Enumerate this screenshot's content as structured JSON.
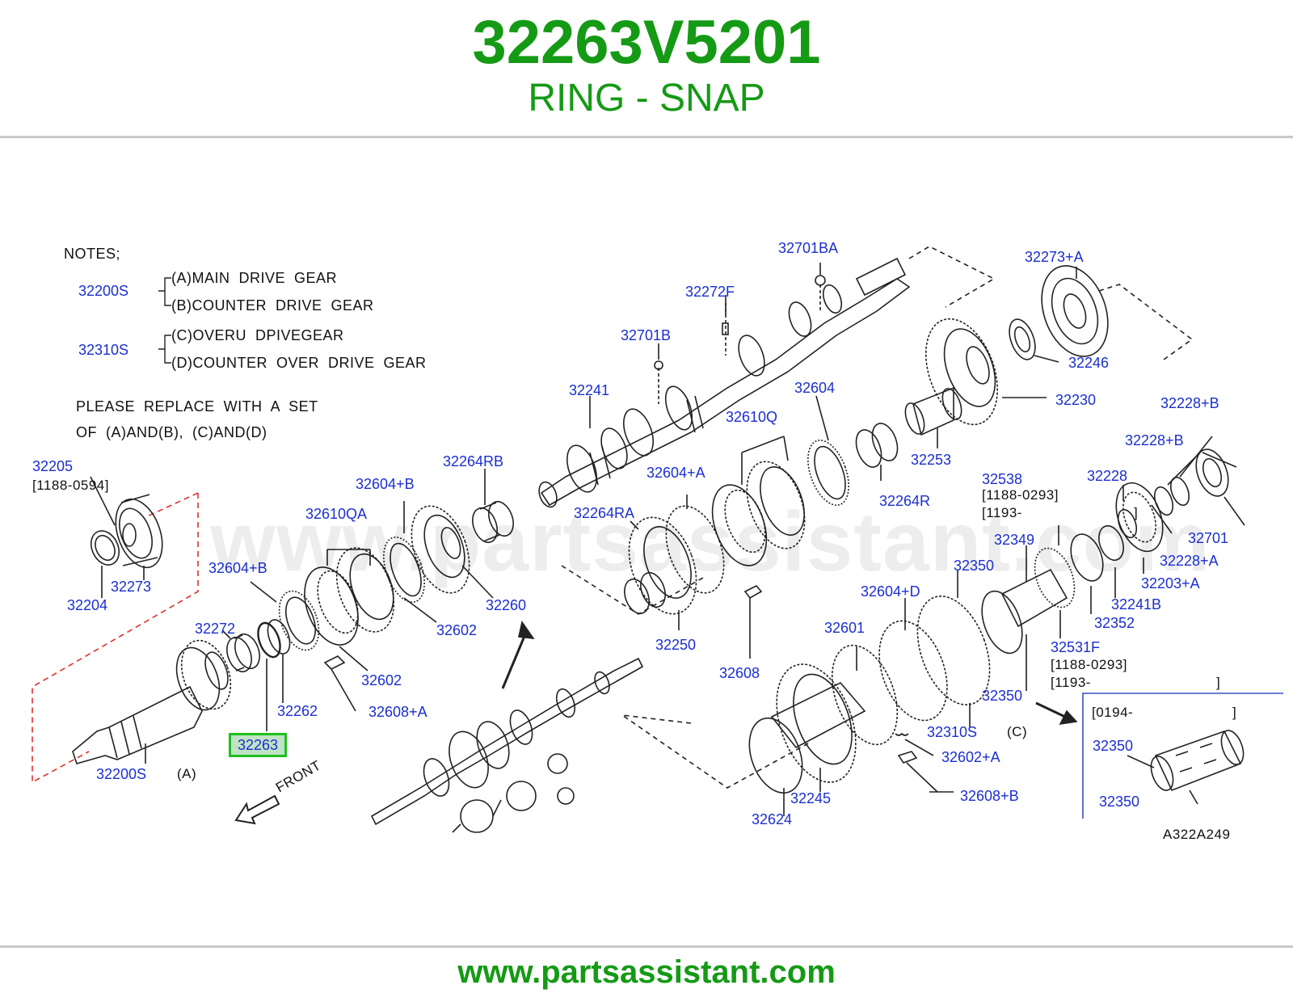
{
  "header": {
    "part_number": "32263V5201",
    "part_name": "RING - SNAP"
  },
  "footer": {
    "url": "www.partsassistant.com"
  },
  "watermark": "www.partsassistant.com",
  "notes": {
    "title": "NOTES;",
    "group1_code": "32200S",
    "group1_a": "(A)MAIN  DRIVE  GEAR",
    "group1_b": "(B)COUNTER  DRIVE  GEAR",
    "group2_code": "32310S",
    "group2_c": "(C)OVERU  DPIVEGEAR",
    "group2_d": "(D)COUNTER  OVER  DRIVE  GEAR",
    "replace_1": "PLEASE  REPLACE  WITH  A  SET",
    "replace_2": "OF  (A)AND(B),  (C)AND(D)"
  },
  "labels": {
    "l32205": "32205",
    "l1188_0594": "[1188-0594]",
    "l32204": "32204",
    "l32273": "32273",
    "l32272": "32272",
    "l32263": "32263",
    "l32262": "32262",
    "l32200S": "32200S",
    "lA": "(A)",
    "front": "FRONT",
    "l32604B_left": "32604+B",
    "l32610QA": "32610QA",
    "l32604B_top": "32604+B",
    "l32264RB": "32264RB",
    "l32602_a": "32602",
    "l32602_b": "32602",
    "l32608A": "32608+A",
    "l32260": "32260",
    "l32701BA": "32701BA",
    "l32272F": "32272F",
    "l32701B": "32701B",
    "l32241": "32241",
    "l32604": "32604",
    "l32610Q": "32610Q",
    "l32604A": "32604+A",
    "l32264RA": "32264RA",
    "l32250": "32250",
    "l32608": "32608",
    "l32273A": "32273+A",
    "l32246": "32246",
    "l32230": "32230",
    "l32253": "32253",
    "l32264R": "32264R",
    "l32228B_1": "32228+B",
    "l32228B_2": "32228+B",
    "l32228": "32228",
    "l32538": "32538",
    "l32538_r1": "[1188-0293]",
    "l32538_r2": "[1193-",
    "l32538_r2_end": "]",
    "l32349": "32349",
    "l32701": "32701",
    "l32228A": "32228+A",
    "l32203A": "32203+A",
    "l32241B": "32241B",
    "l32352": "32352",
    "l32350_a": "32350",
    "l32604D": "32604+D",
    "l32601": "32601",
    "l32531F": "32531F",
    "l32531F_r1": "[1188-0293]",
    "l32531F_r2": "[1193-",
    "l32531F_r2_end": "]",
    "l32350_b": "32350",
    "l32310S": "32310S",
    "lC": "(C)",
    "l32602A": "32602+A",
    "l32608B": "32608+B",
    "l32245": "32245",
    "l32624": "32624",
    "l0194": "[0194-",
    "l0194_end": "]",
    "l32350_c": "32350",
    "l32350_d": "32350",
    "figure_code": "A322A249"
  }
}
